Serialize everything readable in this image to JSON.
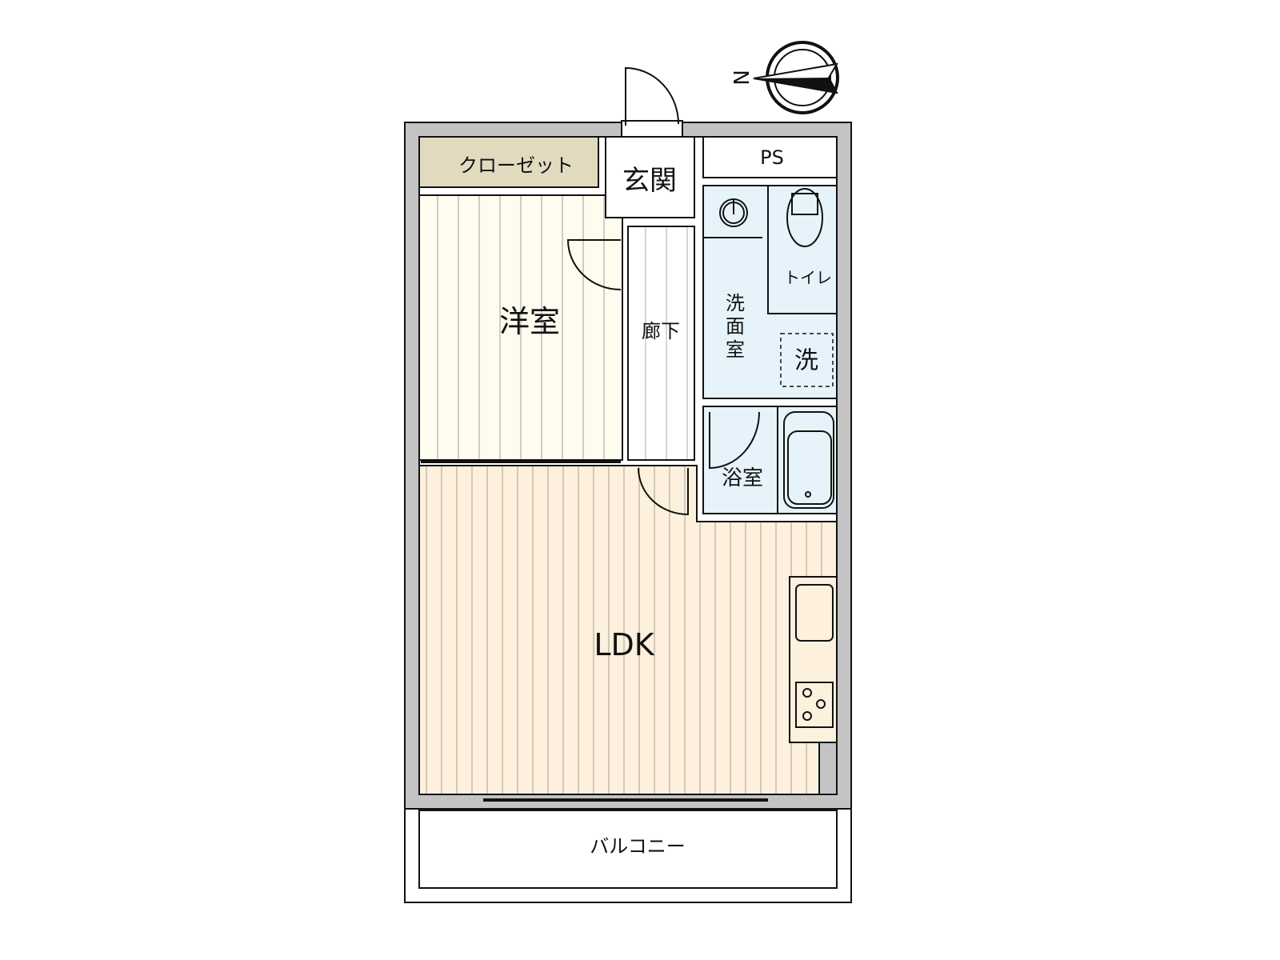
{
  "rooms": {
    "closet": "クローゼット",
    "entrance": "玄関",
    "pipe_space": "PS",
    "western_room": "洋室",
    "hallway": "廊下",
    "washroom": "洗\n面\n室",
    "washroom_lines": [
      "洗",
      "面",
      "室"
    ],
    "washer": "洗",
    "toilet": "トイレ",
    "bathroom": "浴室",
    "ldk": "LDK",
    "balcony": "バルコニー"
  },
  "compass": {
    "label": "N",
    "icon": "north-arrow-icon"
  },
  "colors": {
    "wall": "#c3c3c3",
    "closet": "#e2dabf",
    "western_room": "#fefcee",
    "ldk": "#fdf0dc",
    "wet_area": "#e6f3fb",
    "floor_stripe": "#b8b8b8"
  }
}
